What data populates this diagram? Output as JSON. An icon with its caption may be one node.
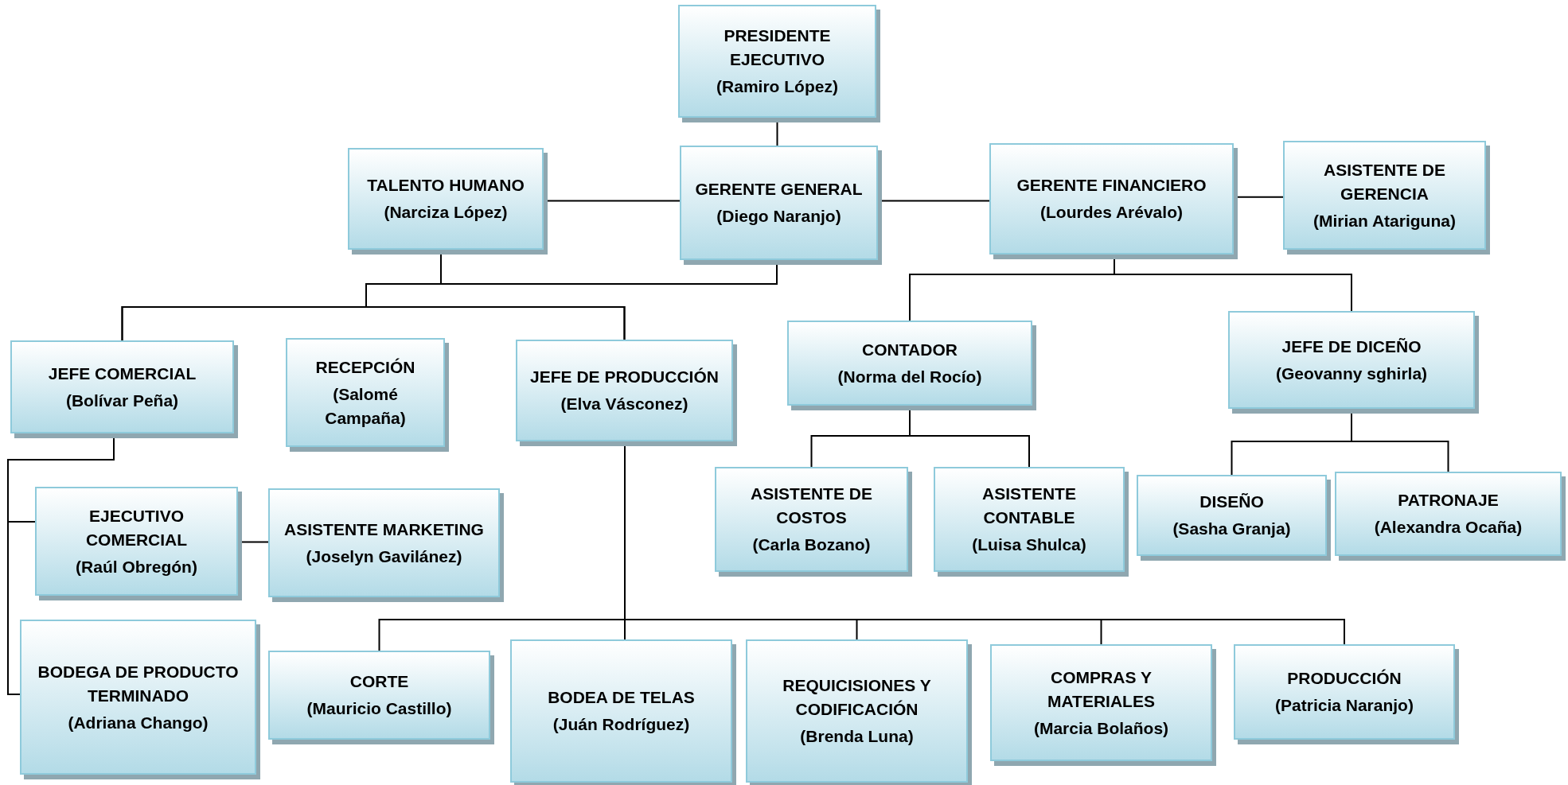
{
  "diagram": {
    "nodes": [
      {
        "text": [
          "PRESIDENTE EJECUTIVO",
          "(Ramiro López)"
        ]
      },
      {
        "text": [
          "TALENTO HUMANO",
          "(Narciza López)"
        ]
      },
      {
        "text": [
          "GERENTE GENERAL",
          "(Diego Naranjo)"
        ]
      },
      {
        "text": [
          "GERENTE FINANCIERO",
          "(Lourdes Arévalo)"
        ]
      },
      {
        "text": [
          "ASISTENTE DE GERENCIA",
          "(Mirian Atariguna)"
        ]
      },
      {
        "text": [
          "JEFE COMERCIAL",
          "(Bolívar Peña)"
        ]
      },
      {
        "text": [
          "RECEPCIÓN",
          "(Salomé Campaña)"
        ]
      },
      {
        "text": [
          "JEFE DE PRODUCCIÓN",
          "(Elva Vásconez)"
        ]
      },
      {
        "text": [
          "CONTADOR",
          "(Norma del Rocío)"
        ]
      },
      {
        "text": [
          "JEFE DE DICEÑO",
          "(Geovanny sghirla)"
        ]
      },
      {
        "text": [
          "EJECUTIVO COMERCIAL",
          "(Raúl Obregón)"
        ]
      },
      {
        "text": [
          "ASISTENTE MARKETING",
          "(Joselyn Gavilánez)"
        ]
      },
      {
        "text": [
          "ASISTENTE DE COSTOS",
          "(Carla Bozano)"
        ]
      },
      {
        "text": [
          "ASISTENTE CONTABLE",
          "(Luisa Shulca)"
        ]
      },
      {
        "text": [
          "DISEÑO",
          "(Sasha Granja)"
        ]
      },
      {
        "text": [
          "PATRONAJE",
          "(Alexandra Ocaña)"
        ]
      },
      {
        "text": [
          "BODEGA DE PRODUCTO TERMINADO",
          "(Adriana Chango)"
        ]
      },
      {
        "text": [
          "CORTE",
          "(Mauricio Castillo)"
        ]
      },
      {
        "text": [
          "BODEA DE TELAS",
          "(Juán Rodríguez)"
        ]
      },
      {
        "text": [
          "REQUICISIONES Y CODIFICACIÓN",
          "(Brenda Luna)"
        ]
      },
      {
        "text": [
          "COMPRAS Y MATERIALES",
          "(Marcia Bolaños)"
        ]
      },
      {
        "text": [
          "PRODUCCIÓN",
          "(Patricia Naranjo)"
        ]
      }
    ],
    "edges": [
      {
        "from": 0,
        "to": 2,
        "arrow": "none"
      },
      {
        "from": 1,
        "to": 2,
        "arrow": "none"
      },
      {
        "from": 2,
        "to": 3,
        "arrow": "none"
      },
      {
        "from": 3,
        "to": 4,
        "arrow": "none"
      },
      {
        "from": 2,
        "to": 5,
        "arrow": "none"
      },
      {
        "from": 2,
        "to": 7,
        "arrow": "none"
      },
      {
        "from": 1,
        "to": 5,
        "arrow": "none"
      },
      {
        "from": 1,
        "to": 7,
        "arrow": "none"
      },
      {
        "from": 3,
        "to": 8,
        "arrow": "none"
      },
      {
        "from": 3,
        "to": 9,
        "arrow": "none"
      },
      {
        "from": 5,
        "to": 10,
        "arrow": "none"
      },
      {
        "from": 5,
        "to": 16,
        "arrow": "none"
      },
      {
        "from": 10,
        "to": 11,
        "arrow": "none"
      },
      {
        "from": 7,
        "to": 17,
        "arrow": "none"
      },
      {
        "from": 7,
        "to": 18,
        "arrow": "none"
      },
      {
        "from": 7,
        "to": 19,
        "arrow": "none"
      },
      {
        "from": 7,
        "to": 20,
        "arrow": "none"
      },
      {
        "from": 7,
        "to": 21,
        "arrow": "none"
      },
      {
        "from": 8,
        "to": 12,
        "arrow": "none"
      },
      {
        "from": 8,
        "to": 13,
        "arrow": "none"
      },
      {
        "from": 9,
        "to": 14,
        "arrow": "none"
      },
      {
        "from": 9,
        "to": 15,
        "arrow": "none"
      }
    ]
  }
}
